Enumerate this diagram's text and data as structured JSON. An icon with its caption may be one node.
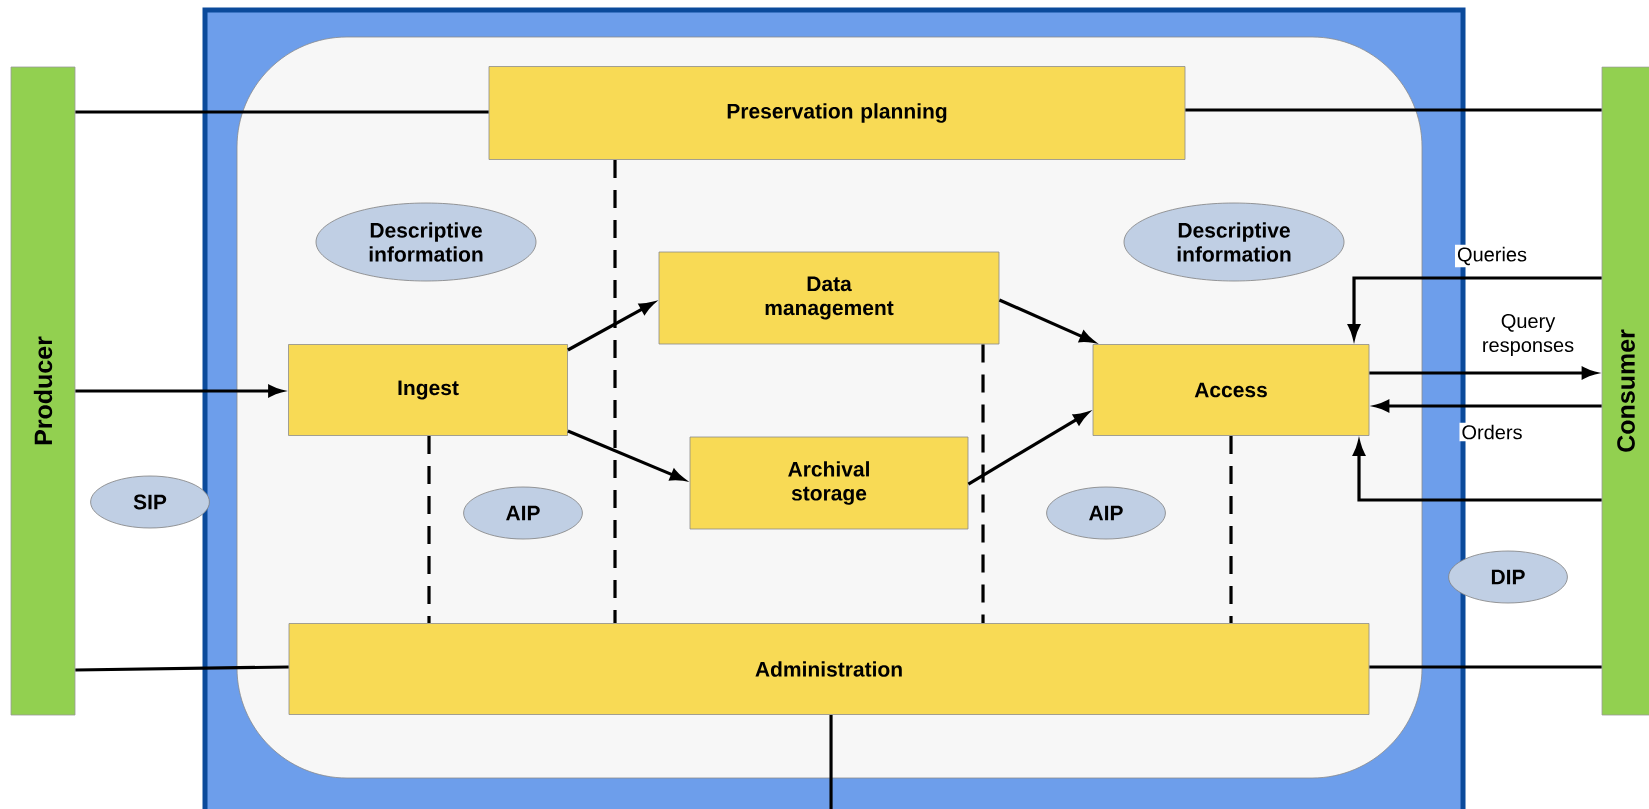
{
  "diagram": {
    "nodes": [
      {
        "text": [
          "Producer"
        ]
      },
      {
        "text": [
          "Preservation planning"
        ]
      },
      {
        "text": [
          "Consumer"
        ]
      },
      {
        "text": [
          "Descriptive information"
        ]
      },
      {
        "text": [
          "Data management"
        ]
      },
      {
        "text": [
          "Descriptive information"
        ]
      },
      {
        "text": [
          "Ingest"
        ]
      },
      {
        "text": [
          "Access"
        ]
      },
      {
        "text": [
          "SIP"
        ]
      },
      {
        "text": [
          "Archival storage"
        ]
      },
      {
        "text": [
          "AIP"
        ]
      },
      {
        "text": [
          "AIP"
        ]
      },
      {
        "text": [
          "DIP"
        ]
      },
      {
        "text": [
          "Administration"
        ]
      }
    ],
    "edges": [
      {
        "from": 0,
        "to": 1,
        "arrow": "none"
      },
      {
        "from": 1,
        "to": 2,
        "arrow": "none"
      },
      {
        "from": 0,
        "to": 6,
        "arrow": "to"
      },
      {
        "from": 0,
        "to": 13,
        "arrow": "none"
      },
      {
        "from": 13,
        "to": 2,
        "arrow": "none"
      },
      {
        "from": 6,
        "to": 4,
        "arrow": "to"
      },
      {
        "from": 6,
        "to": 9,
        "arrow": "to"
      },
      {
        "from": 4,
        "to": 7,
        "arrow": "to"
      },
      {
        "from": 9,
        "to": 7,
        "arrow": "to"
      },
      {
        "from": 2,
        "to": 7,
        "arrow": "to",
        "label": "Queries"
      },
      {
        "from": 7,
        "to": 2,
        "arrow": "to",
        "label": "Query responses"
      },
      {
        "from": 2,
        "to": 7,
        "arrow": "to",
        "label": "Orders"
      },
      {
        "from": 2,
        "to": 7,
        "arrow": "to"
      },
      {
        "from": 1,
        "to": 13,
        "arrow": "none",
        "style": "dashed"
      },
      {
        "from": 6,
        "to": 13,
        "arrow": "none",
        "style": "dashed"
      },
      {
        "from": 4,
        "to": 13,
        "arrow": "none",
        "style": "dashed"
      },
      {
        "from": 7,
        "to": 13,
        "arrow": "none",
        "style": "dashed"
      },
      {
        "from": 13,
        "to": null,
        "arrow": "none"
      }
    ]
  }
}
